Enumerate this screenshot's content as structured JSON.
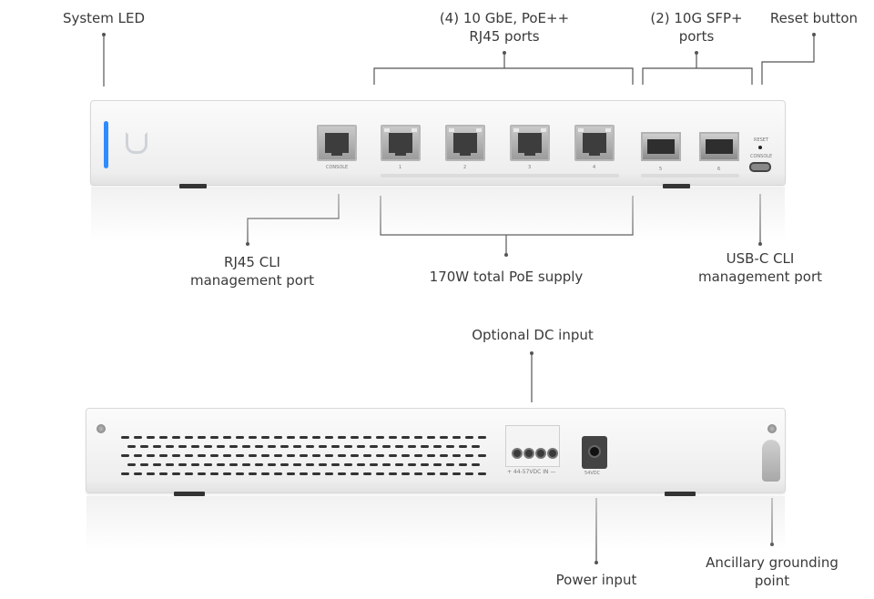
{
  "front_labels": {
    "system_led": "System LED",
    "rj45_ports": [
      "(4) 10 GbE, PoE++",
      "RJ45 ports"
    ],
    "sfp_ports": [
      "(2) 10G SFP+",
      "ports"
    ],
    "reset_button": "Reset button",
    "rj45_cli": [
      "RJ45 CLI",
      "management port"
    ],
    "poe_supply": "170W total PoE supply",
    "usbc_cli": [
      "USB-C CLI",
      "management port"
    ]
  },
  "rear_labels": {
    "dc_input": "Optional DC input",
    "power_input": "Power input",
    "grounding": [
      "Ancillary grounding",
      "point"
    ]
  },
  "device_markings": {
    "console": "CONSOLE",
    "port_numbers": [
      "1",
      "2",
      "3",
      "4"
    ],
    "sfp_numbers": [
      "5",
      "6"
    ],
    "reset": "RESET",
    "console_usb": "CONSOLE",
    "dc_range": "+ 44-57VDC IN —",
    "dc_jack": "54VDC"
  },
  "colors": {
    "system_led": "#2f8cff",
    "leader_line": "#555555"
  }
}
